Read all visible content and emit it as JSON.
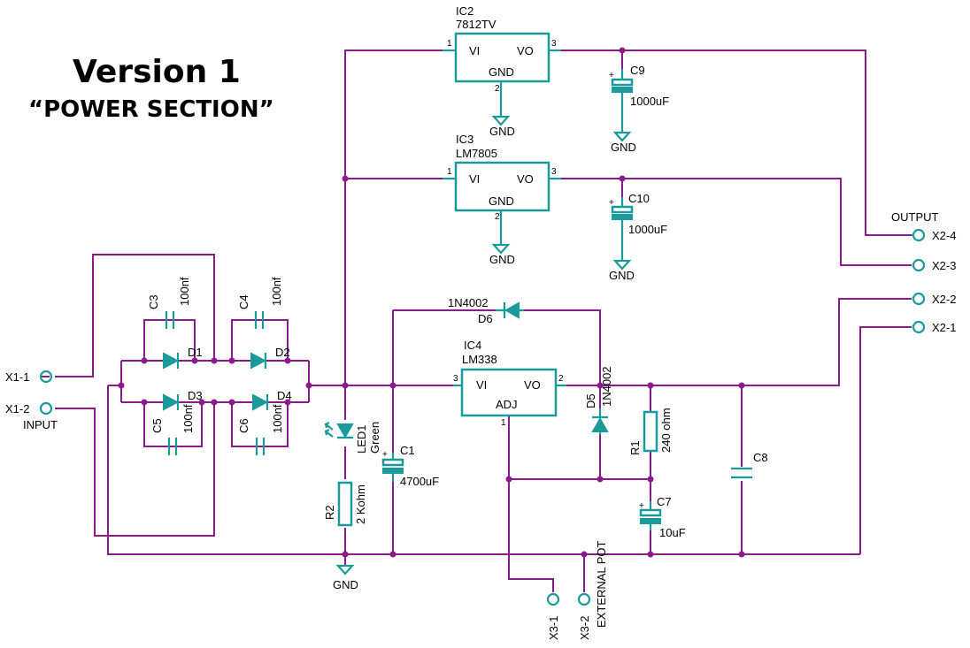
{
  "title": "Version 1",
  "subtitle": "“POWER SECTION”",
  "ic2": {
    "name": "IC2",
    "part": "7812TV",
    "vi": "VI",
    "vo": "VO",
    "gnd": "GND",
    "p1": "1",
    "p2": "2",
    "p3": "3"
  },
  "ic3": {
    "name": "IC3",
    "part": "LM7805",
    "vi": "VI",
    "vo": "VO",
    "gnd": "GND",
    "p1": "1",
    "p2": "2",
    "p3": "3"
  },
  "ic4": {
    "name": "IC4",
    "part": "LM338",
    "vi": "VI",
    "vo": "VO",
    "adj": "ADJ",
    "p1": "1",
    "p2": "2",
    "p3": "3"
  },
  "gnd": "GND",
  "c9": {
    "name": "C9",
    "value": "1000uF"
  },
  "c10": {
    "name": "C10",
    "value": "1000uF"
  },
  "c1": {
    "name": "C1",
    "value": "4700uF"
  },
  "c7": {
    "name": "C7",
    "value": "10uF"
  },
  "c8": {
    "name": "C8"
  },
  "c3": {
    "name": "C3",
    "value": "100nf"
  },
  "c4": {
    "name": "C4",
    "value": "100nf"
  },
  "c5": {
    "name": "C5",
    "value": "100nf"
  },
  "c6": {
    "name": "C6",
    "value": "100nf"
  },
  "d1": "D1",
  "d2": "D2",
  "d3": "D3",
  "d4": "D4",
  "d5": {
    "name": "D5",
    "part": "1N4002"
  },
  "d6": {
    "name": "D6",
    "part": "1N4002"
  },
  "led1": {
    "name": "LED1",
    "color": "Green"
  },
  "r1": {
    "name": "R1",
    "value": "240 ohm"
  },
  "r2": {
    "name": "R2",
    "value": "2 Kohm"
  },
  "connectors": {
    "x1_1": "X1-1",
    "x1_2": "X1-2",
    "input": "INPUT",
    "x2_1": "X2-1",
    "x2_2": "X2-2",
    "x2_3": "X2-3",
    "x2_4": "X2-4",
    "output": "OUTPUT",
    "x3_1": "X3-1",
    "x3_2": "X3-2",
    "external_pot": "EXTERNAL POT"
  },
  "colors": {
    "wire": "#8b1a8b",
    "component": "#1a9a9a",
    "text": "#000000"
  }
}
